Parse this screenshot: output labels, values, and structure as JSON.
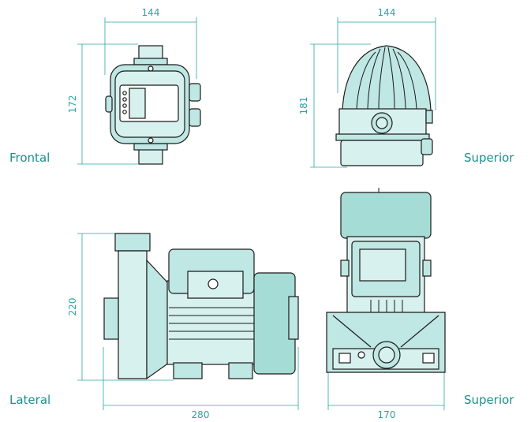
{
  "views": {
    "frontal": {
      "label": "Frontal",
      "width_dim": "144",
      "height_dim": "172"
    },
    "superior_top": {
      "label": "Superior",
      "width_dim": "144",
      "height_dim": "181"
    },
    "lateral": {
      "label": "Lateral",
      "width_dim": "280",
      "height_dim": "220"
    },
    "superior_bottom": {
      "label": "Superior",
      "width_dim": "170"
    }
  },
  "colors": {
    "accent": "#2aa6a0",
    "label": "#1d8f8b",
    "fill_light": "#bfe7e3",
    "outline": "#1a1a1a"
  }
}
